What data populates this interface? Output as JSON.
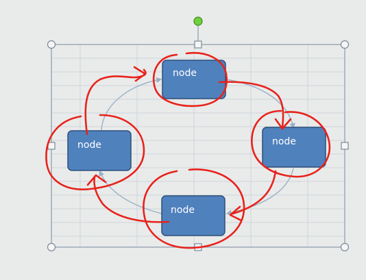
{
  "diagram": {
    "type": "cycle",
    "nodes": [
      {
        "id": "top",
        "label": "node"
      },
      {
        "id": "right",
        "label": "node"
      },
      {
        "id": "bottom",
        "label": "node"
      },
      {
        "id": "left",
        "label": "node"
      }
    ],
    "edges": [
      {
        "from": "top",
        "to": "right"
      },
      {
        "from": "right",
        "to": "bottom"
      },
      {
        "from": "bottom",
        "to": "left"
      },
      {
        "from": "left",
        "to": "top"
      }
    ]
  },
  "colors": {
    "canvas_bg": "#e9ebea",
    "grid_line": "#cfd6dc",
    "selection_border": "#8a9aac",
    "handle_fill": "#f4f6f7",
    "rotate_handle": "#6fcf3c",
    "node_fill": "#4f81bd",
    "node_border": "#2d4f7a",
    "connector": "#9bb0c6",
    "annotation_pen": "#e8221b"
  }
}
